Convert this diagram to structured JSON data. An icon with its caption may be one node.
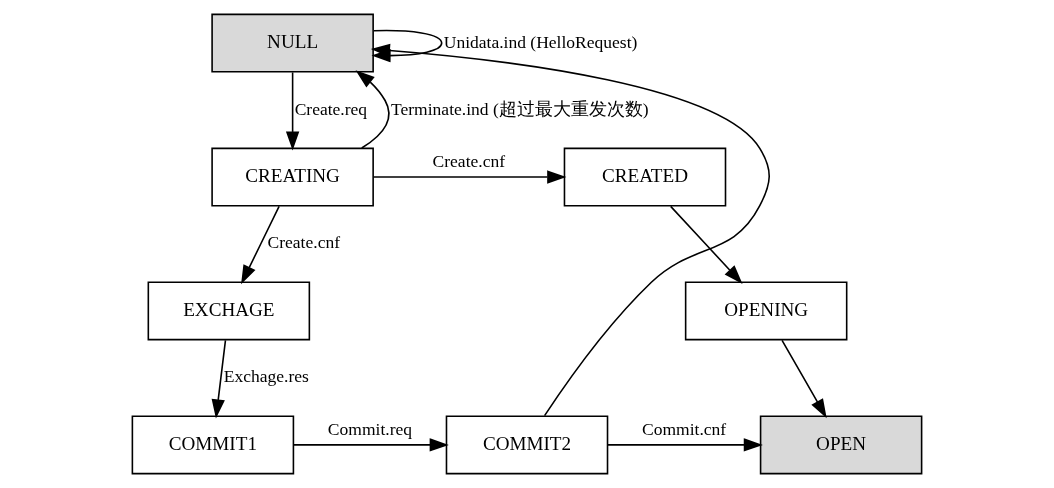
{
  "diagram": {
    "nodes": [
      {
        "text": [
          "NULL"
        ]
      },
      {
        "text": [
          "CREATING"
        ]
      },
      {
        "text": [
          "CREATED"
        ]
      },
      {
        "text": [
          "EXCHAGE"
        ]
      },
      {
        "text": [
          "OPENING"
        ]
      },
      {
        "text": [
          "COMMIT1"
        ]
      },
      {
        "text": [
          "COMMIT2"
        ]
      },
      {
        "text": [
          "OPEN"
        ]
      }
    ],
    "edges": [
      {
        "from": 0,
        "to": 0,
        "arrow": "to",
        "label": "Unidata.ind (HelloRequest)"
      },
      {
        "from": 0,
        "to": 1,
        "arrow": "to",
        "label": "Create.req"
      },
      {
        "from": 1,
        "to": 2,
        "arrow": "to",
        "label": "Create.cnf"
      },
      {
        "from": 1,
        "to": 3,
        "arrow": "to",
        "label": "Create.cnf"
      },
      {
        "from": 2,
        "to": 4,
        "arrow": "to"
      },
      {
        "from": 3,
        "to": 5,
        "arrow": "to",
        "label": "Exchage.res"
      },
      {
        "from": 4,
        "to": 7,
        "arrow": "to"
      },
      {
        "from": 5,
        "to": 6,
        "arrow": "to",
        "label": "Commit.req"
      },
      {
        "from": 6,
        "to": 7,
        "arrow": "to",
        "label": "Commit.cnf"
      },
      {
        "from": 1,
        "to": 0,
        "arrow": "to",
        "label": "Terminate.ind (超过最大重发次数)"
      },
      {
        "from": 6,
        "to": 0,
        "arrow": "to"
      }
    ]
  }
}
